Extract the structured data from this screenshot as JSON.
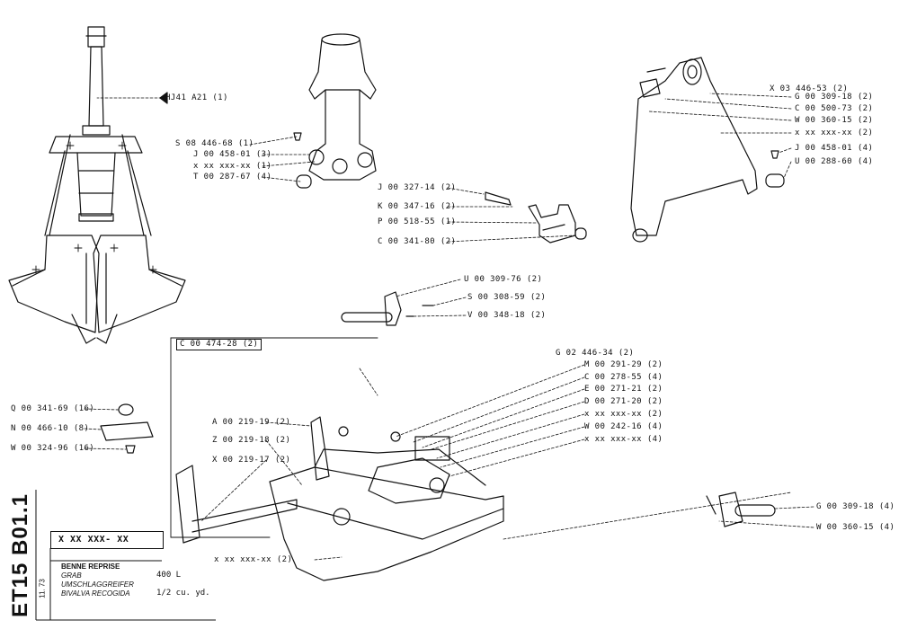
{
  "document": {
    "drawing_code": "ET15 B01.1",
    "part_number": "X XX XXX- XX",
    "date": "11. 73",
    "names": [
      "BENNE REPRISE",
      "GRAB",
      "UMSCHLAGGREIFER",
      "BIVALVA RECOGIDA"
    ],
    "capacity_metric": "400 L",
    "capacity_imperial": "1/2 cu. yd."
  },
  "callouts": {
    "hj41": "HJ41 A21 (1)",
    "s08_446_68": "S 08 446-68 (1)",
    "j00_458_01_3": "J 00 458-01 (3)",
    "xxx_1": "x xx xxx-xx (1)",
    "t00_287_67": "T 00 287-67 (4)",
    "j00_327_14": "J 00 327-14 (2)",
    "k00_347_16": "K 00 347-16 (2)",
    "p00_518_55": "P 00 518-55 (1)",
    "c00_341_80": "C 00 341-80 (2)",
    "x03_446_53": "X 03 446-53 (2)",
    "g00_309_18_2": "G 00 309-18 (2)",
    "c00_500_73": "C 00 500-73 (2)",
    "w00_360_15_2": "W 00 360-15 (2)",
    "xxx_2a": "x xx xxx-xx (2)",
    "j00_458_01_4": "J 00 458-01 (4)",
    "u00_288_60": "U 00 288-60 (4)",
    "u00_309_76": "U 00 309-76 (2)",
    "s00_308_59": "S 00 308-59 (2)",
    "v00_348_18": "V 00 348-18 (2)",
    "c00_474_28": "C 00 474-28 (2)",
    "g02_446_34": "G 02 446-34 (2)",
    "m00_291_29": "M 00 291-29 (2)",
    "c00_278_55": "C 00 278-55 (4)",
    "e00_271_21": "E 00 271-21 (2)",
    "d00_271_20": "D 00 271-20 (2)",
    "xxx_2b": "x xx xxx-xx (2)",
    "w00_242_16": "W 00 242-16 (4)",
    "xxx_4": "x xx xxx-xx (4)",
    "q00_341_69": "Q 00 341-69 (16)",
    "n00_466_10": "N 00 466-10 (8)",
    "w00_324_96": "W 00 324-96 (16)",
    "a00_219_19": "A 00 219-19 (2)",
    "z00_219_18": "Z 00 219-18 (2)",
    "x00_219_17": "X 00 219-17 (2)",
    "xxx_2c": "x xx xxx-xx (2)",
    "g00_309_18_4": "G 00 309-18 (4)",
    "w00_360_15_4": "W 00 360-15 (4)"
  }
}
